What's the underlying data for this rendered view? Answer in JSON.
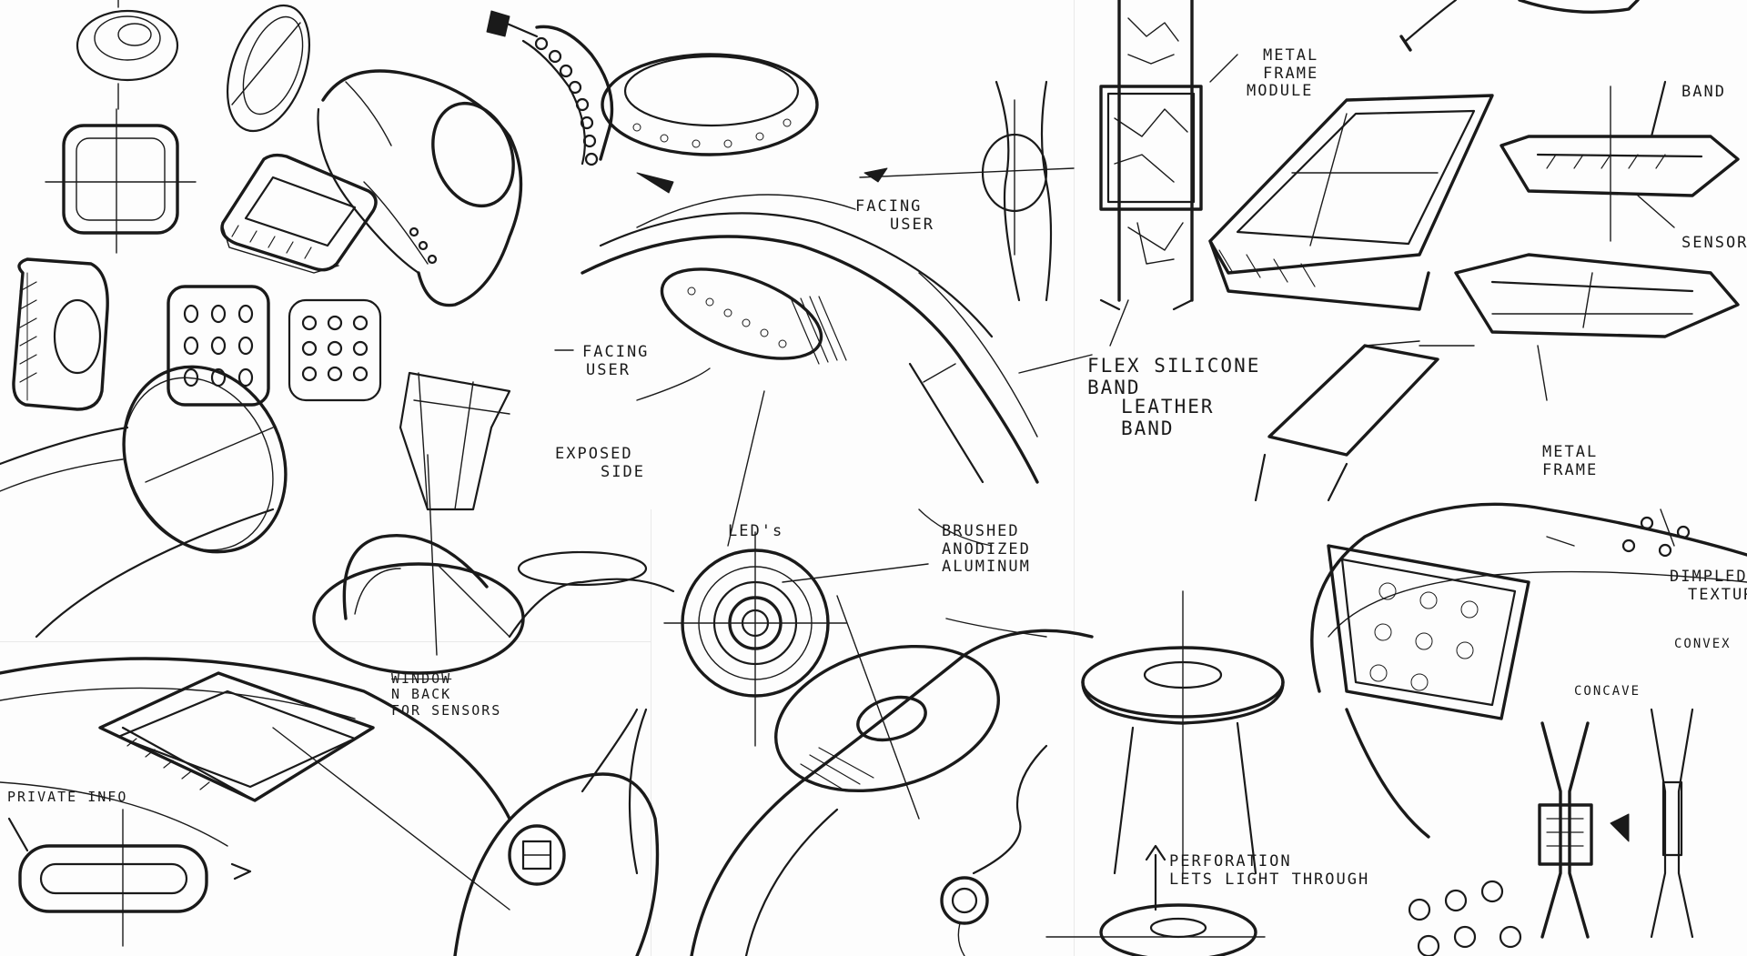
{
  "sheet": {
    "background": "#fdfdfd",
    "ink": "#1a1a1a"
  },
  "annotations": {
    "facing_user_1": {
      "l1": "FACING",
      "l2": "USER"
    },
    "facing_user_2": {
      "l1": "FACING",
      "l2": "USER"
    },
    "exposed_side": {
      "l1": "EXPOSED",
      "l2": "SIDE"
    },
    "leds": "LED's",
    "brushed": {
      "l1": "BRUSHED",
      "l2": "ANODIZED",
      "l3": "ALUMINUM"
    },
    "sensors_back": {
      "l1": "WINDOW",
      "l2": "N BACK",
      "l3": "FOR SENSORS"
    },
    "private_info": "PRIVATE INFO",
    "metal_frame_module": {
      "l1": "METAL",
      "l2": "FRAME",
      "l3": "MODULE"
    },
    "flex_silicone": {
      "l1": "FLEX SILICONE",
      "l2": "BAND"
    },
    "leather_band": {
      "l1": "LEATHER",
      "l2": "BAND"
    },
    "band": "BAND",
    "sensor": "SENSOR",
    "metal_frame": {
      "l1": "METAL",
      "l2": "FRAME"
    },
    "dimpled": {
      "l1": "DIMPLED",
      "l2": "TEXTURE"
    },
    "convex": "CONVEX",
    "concave": "CONCAVE",
    "perforation": {
      "l1": "PERFORATION",
      "l2": "LETS LIGHT THROUGH"
    }
  }
}
